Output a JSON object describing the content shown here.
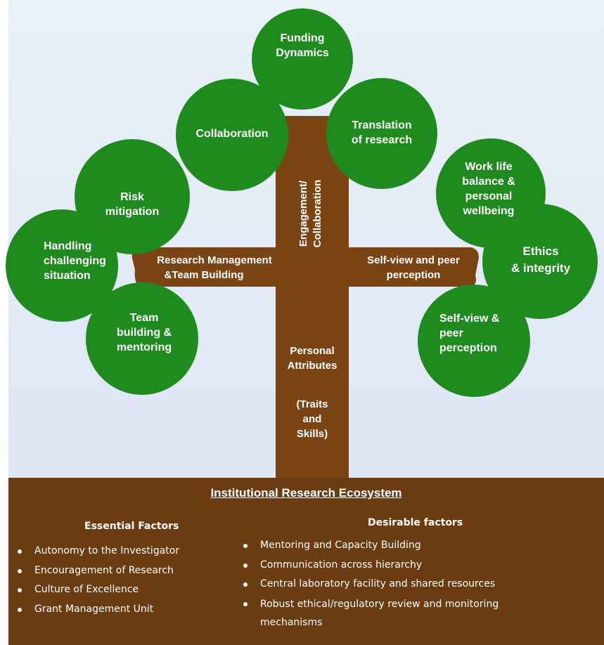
{
  "colors": {
    "leaf": "#1f8b1f",
    "trunk": "#7a4414",
    "ground": "#6b3b12",
    "sky": "#e2eaf5"
  },
  "crown": {
    "top": [
      "Funding",
      "Dynamics"
    ],
    "collaboration": "Collaboration",
    "translation": [
      "Translation",
      "of research"
    ]
  },
  "left_branch": {
    "label": [
      "Research  Management",
      "&Team Building"
    ],
    "risk": [
      "Risk",
      "mitigation"
    ],
    "handling": [
      "Handling",
      "challenging",
      "situation"
    ],
    "team": [
      "Team",
      "building &",
      "mentoring"
    ]
  },
  "right_branch": {
    "label": [
      "Self-view and peer",
      "perception"
    ],
    "work_life": [
      "Work life",
      "balance &",
      "personal",
      "wellbeing"
    ],
    "ethics": [
      "Ethics",
      "& integrity"
    ],
    "self_view": [
      "Self-view &",
      "peer",
      "perception"
    ]
  },
  "trunk": {
    "vertical": [
      "Engagement/",
      "Collaboration"
    ],
    "personal": [
      "Personal",
      "Attributes"
    ],
    "traits": [
      "(Traits",
      "and",
      "Skills)"
    ]
  },
  "base": {
    "title": "Institutional Research Ecosystem",
    "essential": {
      "heading": "Essential Factors",
      "items": [
        "Autonomy to the Investigator",
        "Encouragement of Research",
        "Culture of Excellence",
        "Grant Management Unit"
      ]
    },
    "desirable": {
      "heading": "Desirable factors",
      "items": [
        "Mentoring and Capacity Building",
        "Communication across hierarchy",
        "Central laboratory facility and shared resources",
        "Robust ethical/regulatory review and monitoring mechanisms"
      ]
    }
  }
}
